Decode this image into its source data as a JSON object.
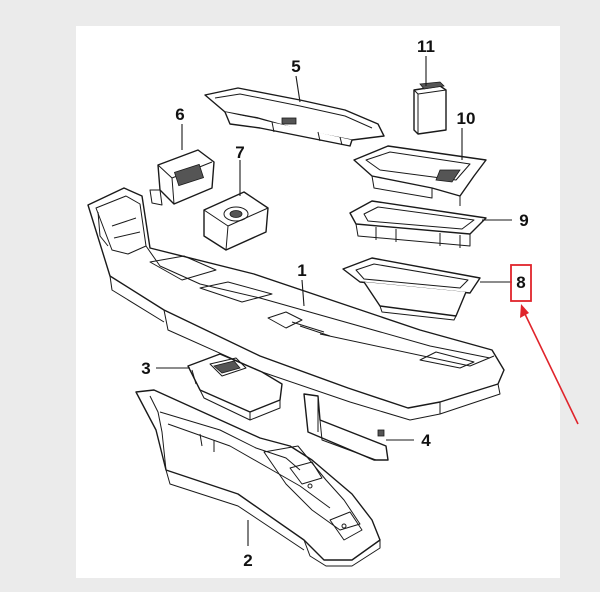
{
  "diagram": {
    "callouts": {
      "c1": "1",
      "c2": "2",
      "c3": "3",
      "c4": "4",
      "c5": "5",
      "c6": "6",
      "c7": "7",
      "c8": "8",
      "c9": "9",
      "c10": "10",
      "c11": "11"
    },
    "highlight_color": "#e0242b",
    "background_color": "#ebebeb"
  }
}
